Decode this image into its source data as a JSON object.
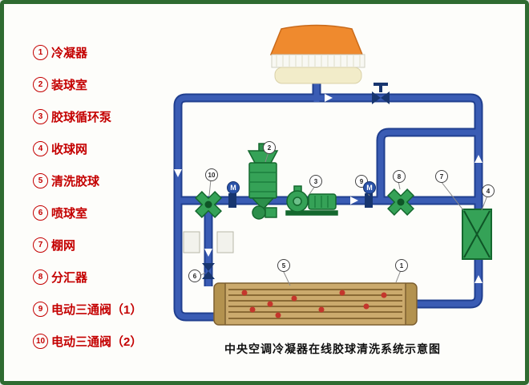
{
  "legend": {
    "items": [
      {
        "num": "1",
        "label": "冷凝器"
      },
      {
        "num": "2",
        "label": "装球室"
      },
      {
        "num": "3",
        "label": "胶球循环泵"
      },
      {
        "num": "4",
        "label": "收球网"
      },
      {
        "num": "5",
        "label": "清洗胶球"
      },
      {
        "num": "6",
        "label": "喷球室"
      },
      {
        "num": "7",
        "label": "棚网"
      },
      {
        "num": "8",
        "label": "分汇器"
      },
      {
        "num": "9",
        "label": "电动三通阀（1）"
      },
      {
        "num": "10",
        "label": "电动三通阀（2）"
      }
    ]
  },
  "diagram": {
    "caption": "中央空调冷凝器在线胶球清洗系统示意图",
    "valve_motor_label": "M",
    "markers": [
      {
        "num": "1"
      },
      {
        "num": "2"
      },
      {
        "num": "3"
      },
      {
        "num": "4"
      },
      {
        "num": "5"
      },
      {
        "num": "6"
      },
      {
        "num": "7"
      },
      {
        "num": "8"
      },
      {
        "num": "9"
      },
      {
        "num": "10"
      }
    ],
    "colors": {
      "frame_border": "#2f6b31",
      "pipe": "#3a5cb4",
      "equipment_green": "#35a257",
      "condenser_tan": "#cbaa6d",
      "cooling_tower_orange": "#ef8a2e",
      "legend_red": "#c40000",
      "ball_red": "#c4362c"
    }
  }
}
